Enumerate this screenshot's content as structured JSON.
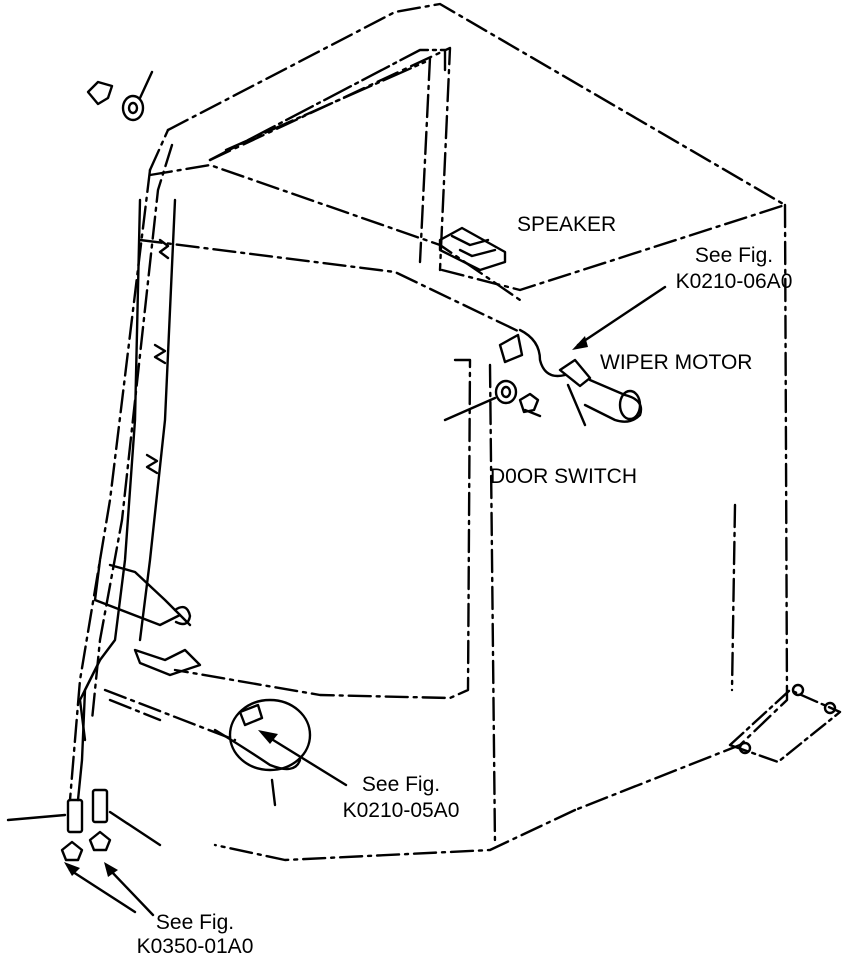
{
  "labels": {
    "speaker": "SPEAKER",
    "wiper_motor": "WIPER MOTOR",
    "door_switch": "D0OR SWITCH",
    "ref_top": {
      "line1": "See Fig.",
      "line2": "K0210-06A0"
    },
    "ref_middle": {
      "line1": "See Fig.",
      "line2": "K0210-05A0"
    },
    "ref_bottom": {
      "line1": "See Fig.",
      "line2": "K0350-01A0"
    }
  },
  "colors": {
    "ink": "#000000",
    "paper": "#ffffff"
  }
}
